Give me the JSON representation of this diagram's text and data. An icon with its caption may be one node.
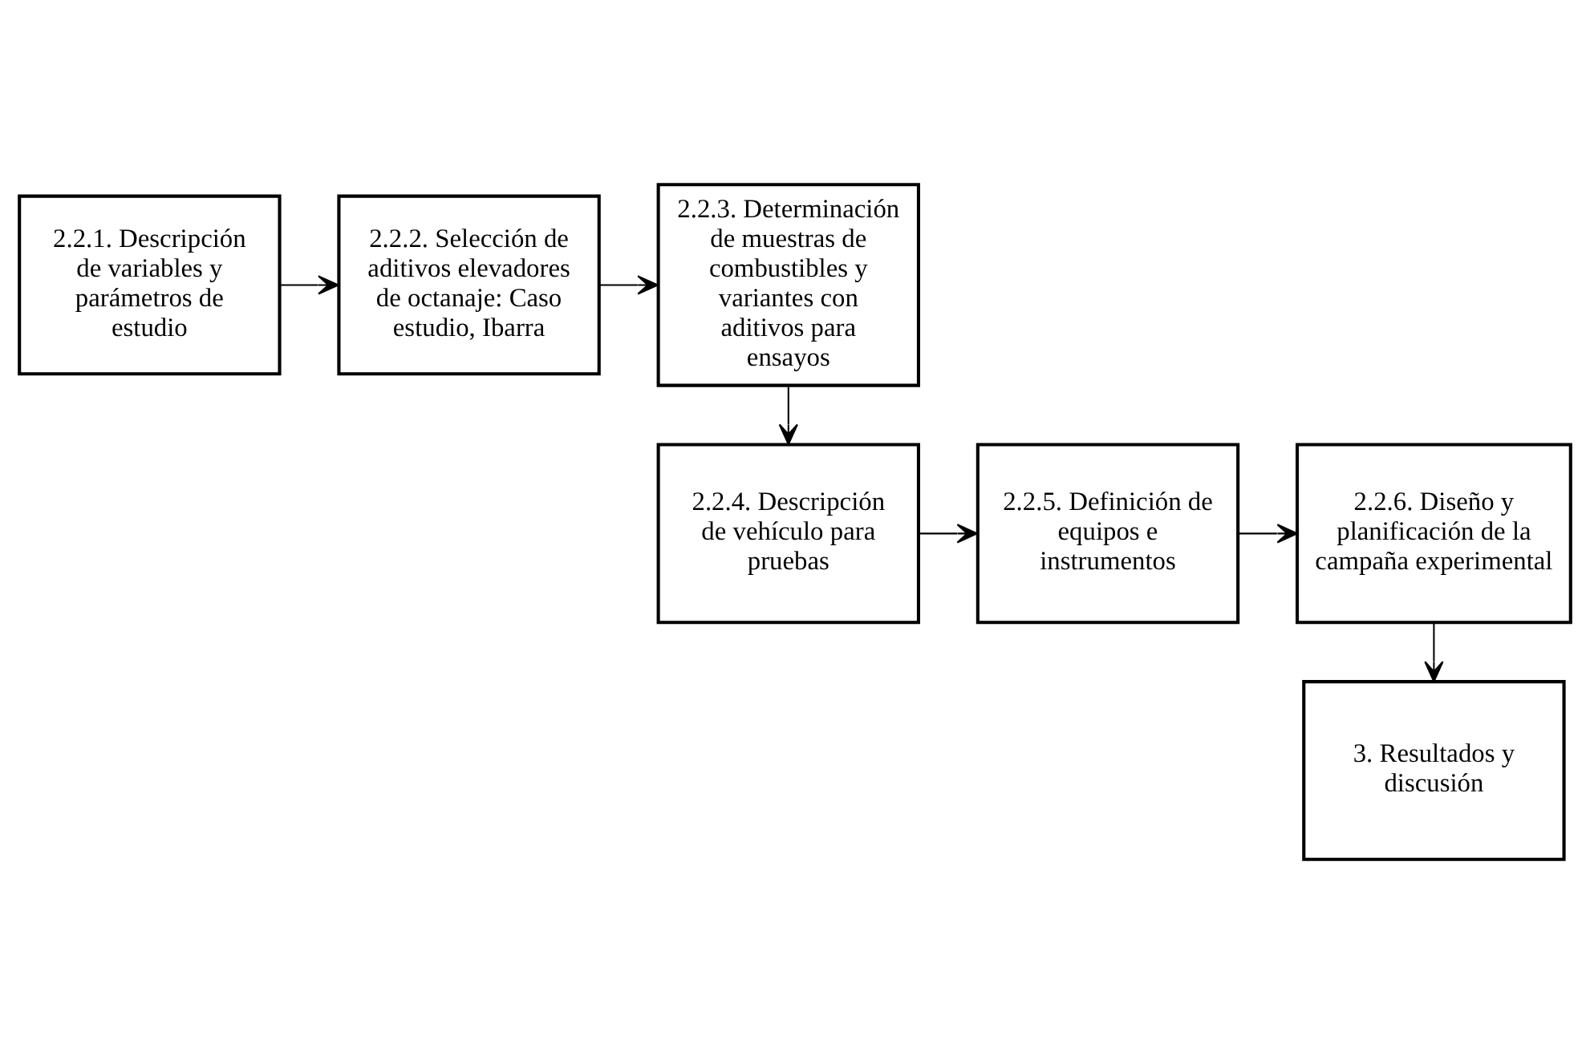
{
  "diagram": {
    "nodes": [
      {
        "text": [
          "2.2.1. Descripción de variables y parámetros de estudio"
        ]
      },
      {
        "text": [
          "2.2.2. Selección de aditivos elevadores de octanaje: Caso estudio, Ibarra"
        ]
      },
      {
        "text": [
          "2.2.3. Determinación de muestras de combustibles y variantes con aditivos para ensayos"
        ]
      },
      {
        "text": [
          "2.2.4. Descripción de vehículo para pruebas"
        ]
      },
      {
        "text": [
          "2.2.5. Definición de equipos e instrumentos"
        ]
      },
      {
        "text": [
          "2.2.6. Diseño y planificación de la campaña experimental"
        ]
      },
      {
        "text": [
          "3. Resultados y discusión"
        ]
      }
    ],
    "edges": [
      {
        "from": 0,
        "to": 1,
        "arrow": "to"
      },
      {
        "from": 1,
        "to": 2,
        "arrow": "to"
      },
      {
        "from": 2,
        "to": 3,
        "arrow": "to"
      },
      {
        "from": 3,
        "to": 4,
        "arrow": "to"
      },
      {
        "from": 4,
        "to": 5,
        "arrow": "to"
      },
      {
        "from": 5,
        "to": 6,
        "arrow": "to"
      }
    ]
  }
}
